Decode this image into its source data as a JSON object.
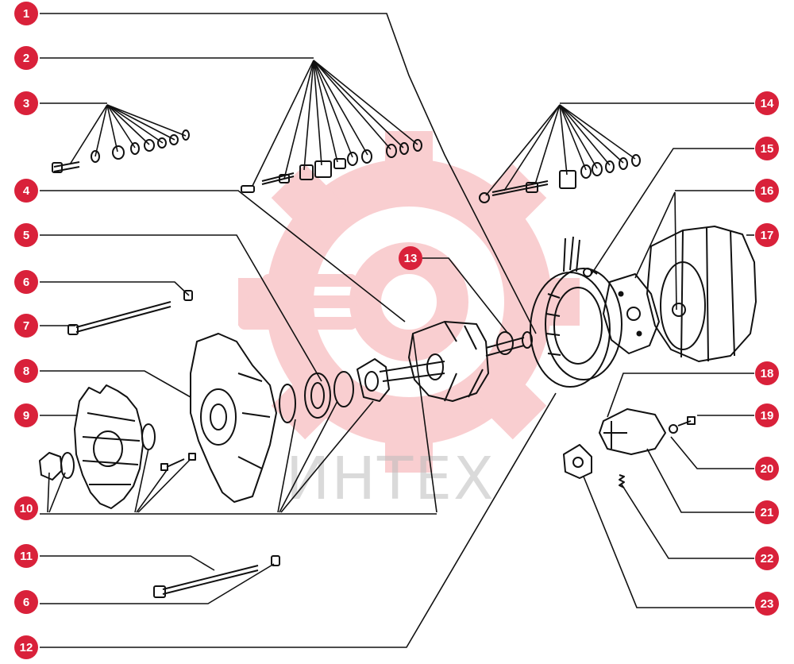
{
  "diagram": {
    "watermark": {
      "text": "ИНТЕХ",
      "color": "#e8232f"
    },
    "badge_color": "#d9213a",
    "callouts": [
      {
        "id": "c1",
        "label": "1"
      },
      {
        "id": "c2",
        "label": "2"
      },
      {
        "id": "c3",
        "label": "3"
      },
      {
        "id": "c4",
        "label": "4"
      },
      {
        "id": "c5",
        "label": "5"
      },
      {
        "id": "c6a",
        "label": "6"
      },
      {
        "id": "c7",
        "label": "7"
      },
      {
        "id": "c8",
        "label": "8"
      },
      {
        "id": "c9",
        "label": "9"
      },
      {
        "id": "c10",
        "label": "10"
      },
      {
        "id": "c11",
        "label": "11"
      },
      {
        "id": "c6b",
        "label": "6"
      },
      {
        "id": "c12",
        "label": "12"
      },
      {
        "id": "c13",
        "label": "13"
      },
      {
        "id": "c14",
        "label": "14"
      },
      {
        "id": "c15",
        "label": "15"
      },
      {
        "id": "c16",
        "label": "16"
      },
      {
        "id": "c17",
        "label": "17"
      },
      {
        "id": "c18",
        "label": "18"
      },
      {
        "id": "c19",
        "label": "19"
      },
      {
        "id": "c20",
        "label": "20"
      },
      {
        "id": "c21",
        "label": "21"
      },
      {
        "id": "c22",
        "label": "22"
      },
      {
        "id": "c23",
        "label": "23"
      }
    ]
  }
}
